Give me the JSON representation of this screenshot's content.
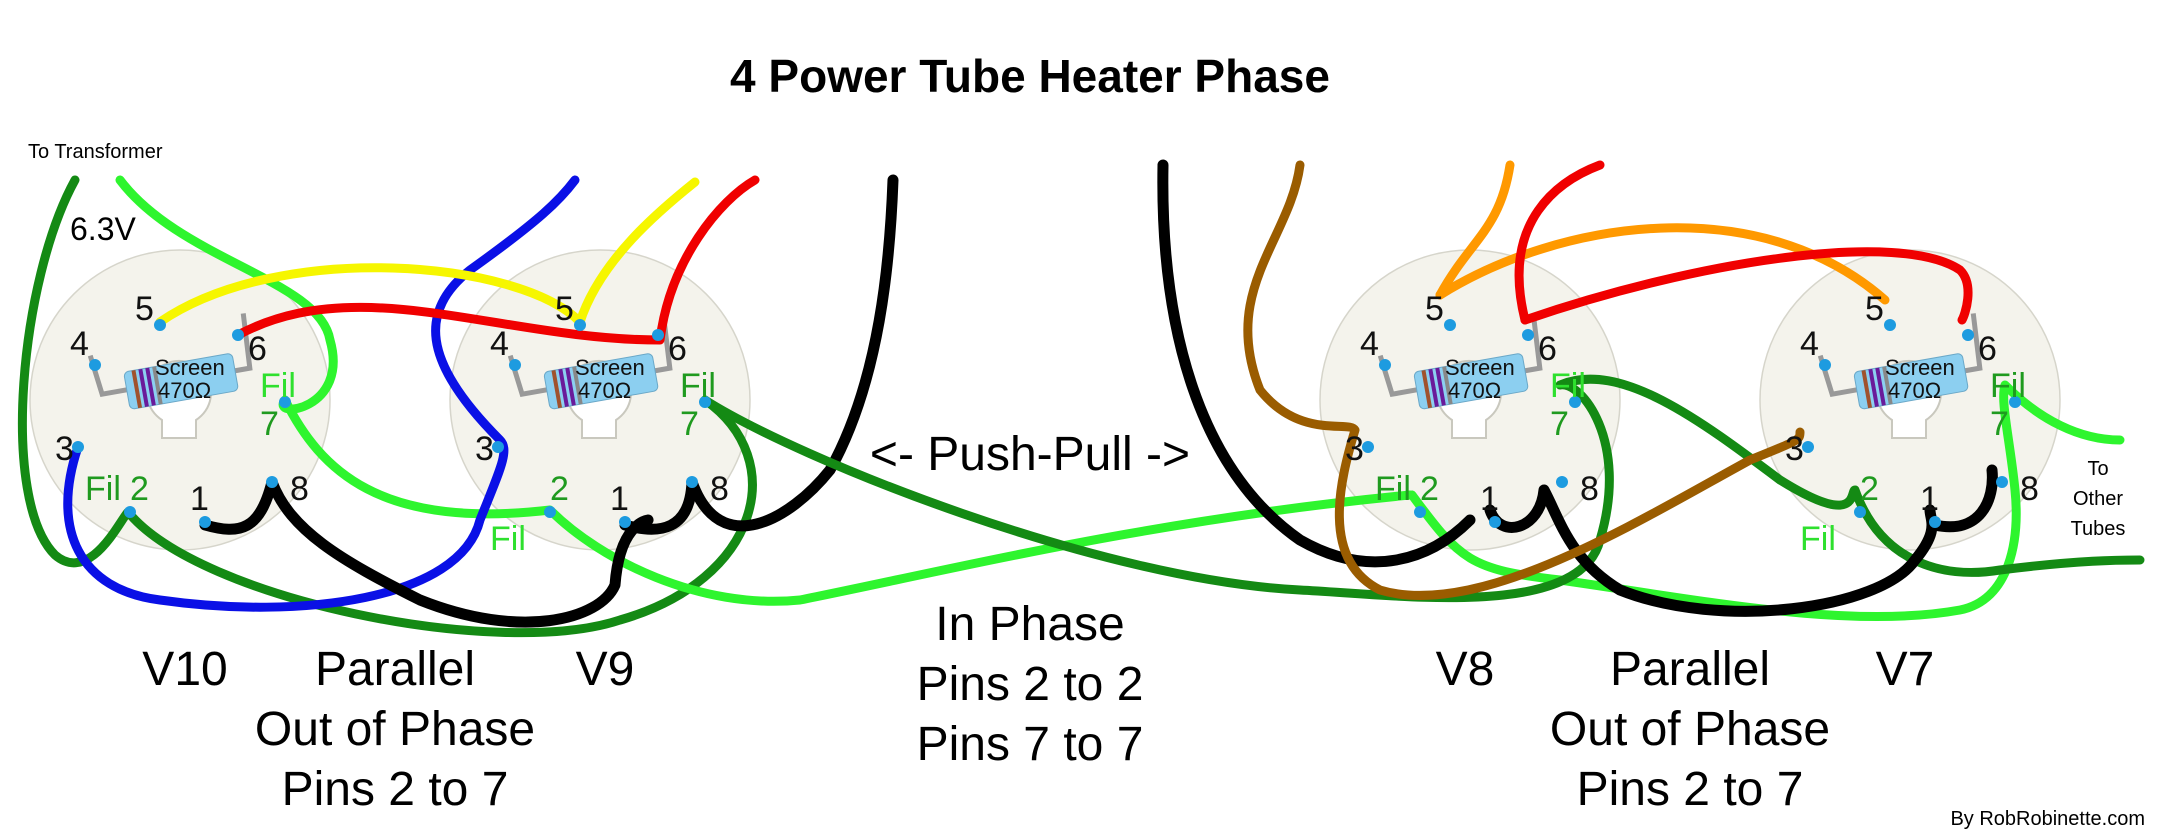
{
  "title": "4 Power Tube Heater Phase",
  "credit": "By RobRobinette.com",
  "left_notes": {
    "to_transformer": "To Transformer",
    "voltage": "6.3V"
  },
  "right_note": {
    "line1": "To",
    "line2": "Other",
    "line3": "Tubes"
  },
  "center": {
    "push_pull": "<- Push-Pull ->",
    "in_phase": "In Phase",
    "pins_2_to_2": "Pins 2 to 2",
    "pins_7_to_7": "Pins 7 to 7"
  },
  "tubes": {
    "v10": "V10",
    "v9": "V9",
    "v8": "V8",
    "v7": "V7"
  },
  "groups": {
    "left": {
      "line1": "Parallel",
      "line2": "Out of Phase",
      "line3": "Pins 2 to 7"
    },
    "right": {
      "line1": "Parallel",
      "line2": "Out of Phase",
      "line3": "Pins 2 to 7"
    }
  },
  "socket": {
    "pin_numbers": [
      "1",
      "2",
      "3",
      "4",
      "5",
      "6",
      "7",
      "8"
    ],
    "fil_label": "Fil",
    "resistor_label": "Screen",
    "resistor_value": "470Ω"
  },
  "colors": {
    "dark_green": "#148a14",
    "light_green": "#2ef52e",
    "black": "#000000",
    "blue": "#0a10e6",
    "yellow": "#f6f600",
    "red": "#f00000",
    "orange": "#ff9900",
    "brown": "#9a5c00",
    "pin": "#1d9be0",
    "resistor_body": "#8ccff0"
  }
}
